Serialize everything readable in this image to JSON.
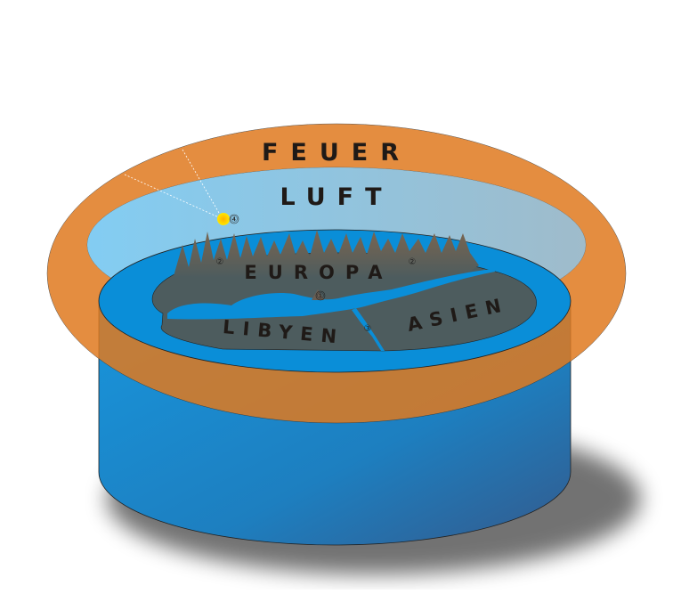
{
  "labels": {
    "fire": "FEUER",
    "air": "LUFT",
    "europe": "EUROPA",
    "libya": "LIBYEN",
    "asia": "ASIEN"
  },
  "markers": {
    "center": "①",
    "mountains_left": "②",
    "mountains_right": "②",
    "river": "③",
    "sun": "④"
  },
  "colors": {
    "fire": "#e07a1f",
    "air": "#7cc4ec",
    "ocean": "#0a8ed8",
    "land": "#4d5c5e",
    "cylinder_top": "#1a8ad0",
    "cylinder_bottom": "#2f5e92",
    "sun": "#ffe000"
  }
}
